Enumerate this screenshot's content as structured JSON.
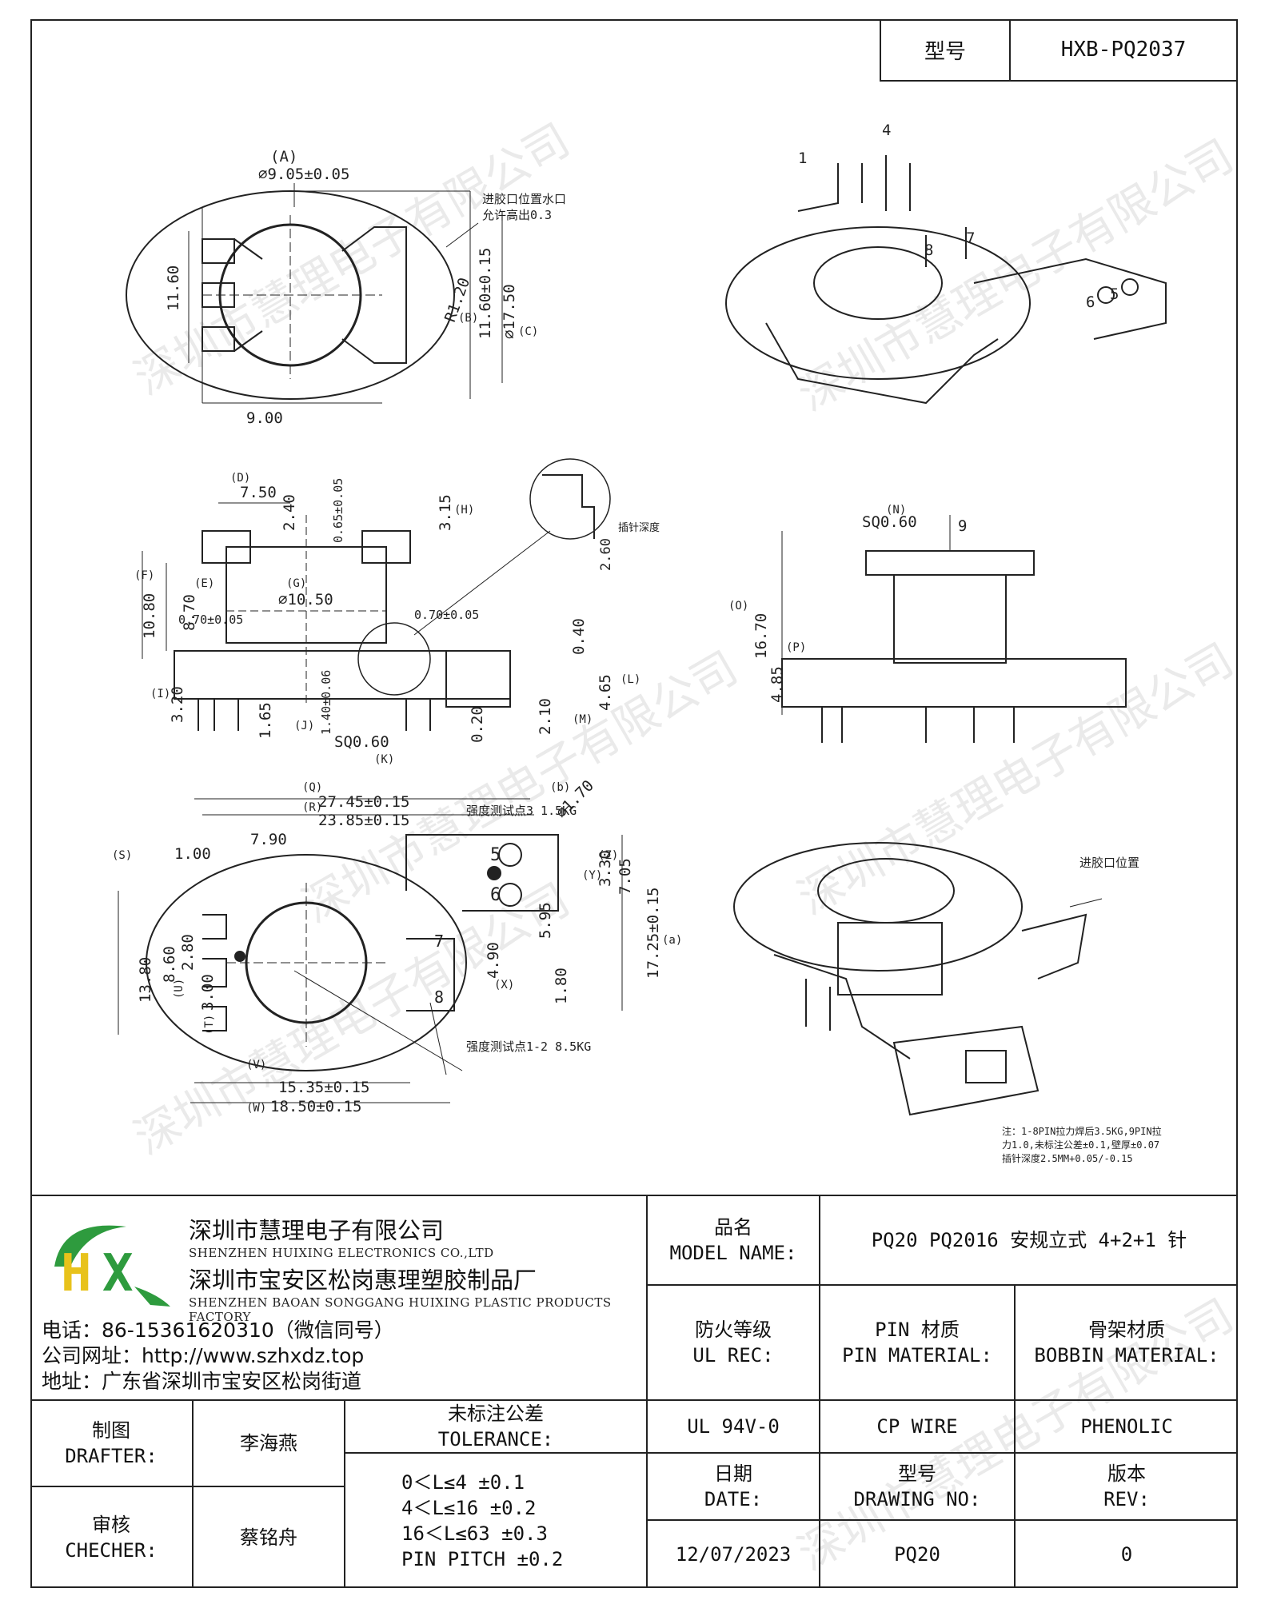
{
  "header": {
    "type_label": "型号",
    "type_value": "HXB-PQ2037"
  },
  "company": {
    "name_cn": "深圳市慧理电子有限公司",
    "name_en": "SHENZHEN HUIXING ELECTRONICS CO.,LTD",
    "factory_cn": "深圳市宝安区松岗惠理塑胶制品厂",
    "factory_en": "SHENZHEN BAOAN SONGGANG HUIXING PLASTIC PRODUCTS FACTORY",
    "phone": "电话：86-15361620310（微信同号）",
    "website": "公司网址：http://www.szhxdz.top",
    "address": "地址：广东省深圳市宝安区松岗街道",
    "logo_text": "HX",
    "logo_colors": {
      "green": "#2e9b3e",
      "yellow": "#e8c21b"
    }
  },
  "watermark": "深圳市慧理电子有限公司",
  "title_block": {
    "model_label_cn": "品名",
    "model_label_en": "MODEL NAME:",
    "model_value": "PQ20 PQ2016 安规立式 4+2+1 针",
    "ul_label_cn": "防火等级",
    "ul_label_en": "UL REC:",
    "pin_label_cn": "PIN 材质",
    "pin_label_en": "PIN MATERIAL:",
    "bobbin_label_cn": "骨架材质",
    "bobbin_label_en": "BOBBIN MATERIAL:",
    "ul_value": "UL 94V-0",
    "pin_value": "CP WIRE",
    "bobbin_value": "PHENOLIC",
    "date_label_cn": "日期",
    "date_label_en": "DATE:",
    "drawing_label_cn": "型号",
    "drawing_label_en": "DRAWING NO:",
    "rev_label_cn": "版本",
    "rev_label_en": "REV:",
    "date_value": "12/07/2023",
    "drawing_value": "PQ20",
    "rev_value": "0",
    "drafter_label_cn": "制图",
    "drafter_label_en": "DRAFTER:",
    "drafter_value": "李海燕",
    "checker_label_cn": "审核",
    "checker_label_en": "CHECHER:",
    "checker_value": "蔡铭舟",
    "tolerance_label_cn": "未标注公差",
    "tolerance_label_en": "TOLERANCE:",
    "tolerances": [
      "0＜L≤4   ±0.1",
      "4＜L≤16  ±0.2",
      "16＜L≤63  ±0.3",
      "PIN PITCH  ±0.2"
    ]
  },
  "drawing": {
    "top_view": {
      "dia_a": "⌀9.05±0.05",
      "h_1160": "11.60",
      "w_900": "9.00",
      "note_gate": "进胶口位置水口",
      "note_gate2": "允许高出0.3",
      "r120": "R1.20",
      "dim_b": "11.60±0.15",
      "dim_c": "⌀17.50",
      "tag_a": "(A)",
      "tag_b": "(B)",
      "tag_c": "(C)"
    },
    "side_view": {
      "d750": "7.50",
      "d240": "2.40",
      "d065": "0.65±0.05",
      "d315": "3.15",
      "d1080": "10.80",
      "d870": "8.70",
      "d1050": "⌀10.50",
      "d070a": "0.70±0.05",
      "d070b": "0.70±0.05",
      "d040": "0.40",
      "d465": "4.65",
      "d320": "3.20",
      "d165": "1.65",
      "d140": "1.40±0.06",
      "d020": "0.20",
      "d210": "2.10",
      "sq060": "SQ0.60",
      "d260": "2.60",
      "insert_depth": "插针深度",
      "tag_d": "(D)",
      "tag_h": "(H)",
      "tag_f": "(F)",
      "tag_e": "(E)",
      "tag_g": "(G)",
      "tag_i": "(I)",
      "tag_j": "(J)",
      "tag_k": "(K)",
      "tag_l": "(L)",
      "tag_m": "(M)"
    },
    "front_view": {
      "sq060": "SQ0.60",
      "pin9": "9",
      "d1670": "16.70",
      "d485": "4.85",
      "tag_n": "(N)",
      "tag_o": "(O)",
      "tag_p": "(P)"
    },
    "bottom_view": {
      "d2745": "27.45±0.15",
      "d2385": "23.85±0.15",
      "d790": "7.90",
      "d100": "1.00",
      "d170": "⌀1.70",
      "test3": "强度测试点3  1.5KG",
      "test12": "强度测试点1-2  8.5KG",
      "d330": "3.30",
      "d705": "7.05",
      "d595": "5.95",
      "d1725": "17.25±0.15",
      "d490": "4.90",
      "d180": "1.80",
      "d1380": "13.80",
      "d860": "8.60",
      "d280": "2.80",
      "d300": "3.00",
      "d1535": "15.35±0.15",
      "d1850": "18.50±0.15",
      "pin5": "5",
      "pin6": "6",
      "pin7": "7",
      "pin8": "8",
      "tag_q": "(Q)",
      "tag_r": "(R)",
      "tag_b": "(b)",
      "tag_z": "(Z)",
      "tag_y": "(Y)",
      "tag_a": "(a)",
      "tag_x": "(X)",
      "tag_s": "(S)",
      "tag_u": "(U)",
      "tag_t": "(T)",
      "tag_v": "(V)",
      "tag_w": "(W)"
    },
    "iso_view": {
      "pin1": "1",
      "pin4": "4",
      "pin5": "5",
      "pin6": "6",
      "pin7": "7",
      "pin8": "8",
      "gate_label": "进胶口位置"
    },
    "note": [
      "注：1-8PIN拉力焊后3.5KG,9PIN拉",
      "力1.0,未标注公差±0.1,壁厚±0.07",
      "插针深度2.5MM+0.05/-0.15"
    ]
  }
}
